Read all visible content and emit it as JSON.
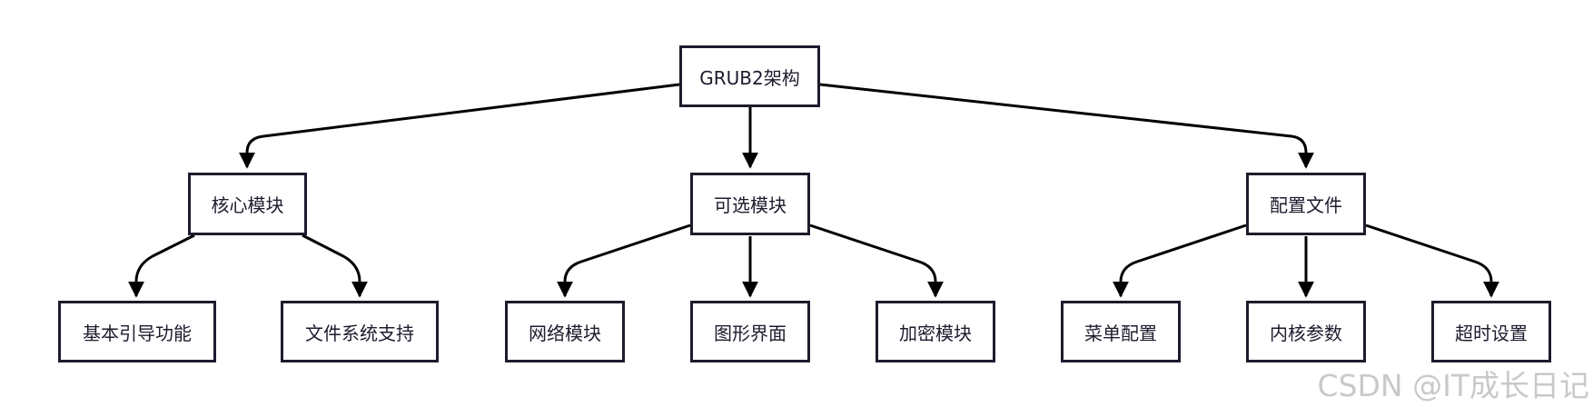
{
  "nodes": {
    "root": "GRUB2架构",
    "core": "核心模块",
    "optional": "可选模块",
    "config": "配置文件",
    "basic_boot": "基本引导功能",
    "fs_support": "文件系统支持",
    "network": "网络模块",
    "gui": "图形界面",
    "crypto": "加密模块",
    "menu_config": "菜单配置",
    "kernel_params": "内核参数",
    "timeout": "超时设置"
  },
  "watermark": "CSDN @IT成长日记"
}
